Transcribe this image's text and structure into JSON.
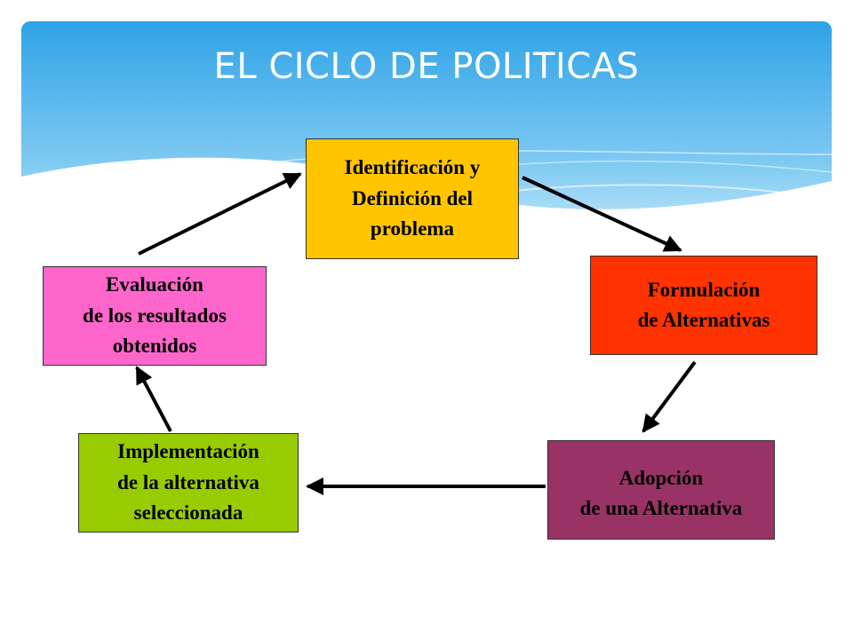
{
  "title": "EL CICLO DE POLITICAS",
  "colors": {
    "banner_top": "#2fa3e6",
    "banner_bottom": "#bfe6fb",
    "identificacion": "#ffc600",
    "formulacion": "#ff3300",
    "adopcion": "#993366",
    "implementacion": "#99cc00",
    "evaluacion": "#ff66cc",
    "arrow": "#000000"
  },
  "stages": {
    "identificacion": [
      "Identificación y",
      "Definición del",
      "problema"
    ],
    "formulacion": [
      "Formulación",
      "de Alternativas"
    ],
    "adopcion": [
      "Adopción",
      "de una Alternativa"
    ],
    "implementacion": [
      "Implementación",
      "de la alternativa",
      "seleccionada"
    ],
    "evaluacion": [
      "Evaluación",
      "de los resultados",
      "obtenidos"
    ]
  }
}
